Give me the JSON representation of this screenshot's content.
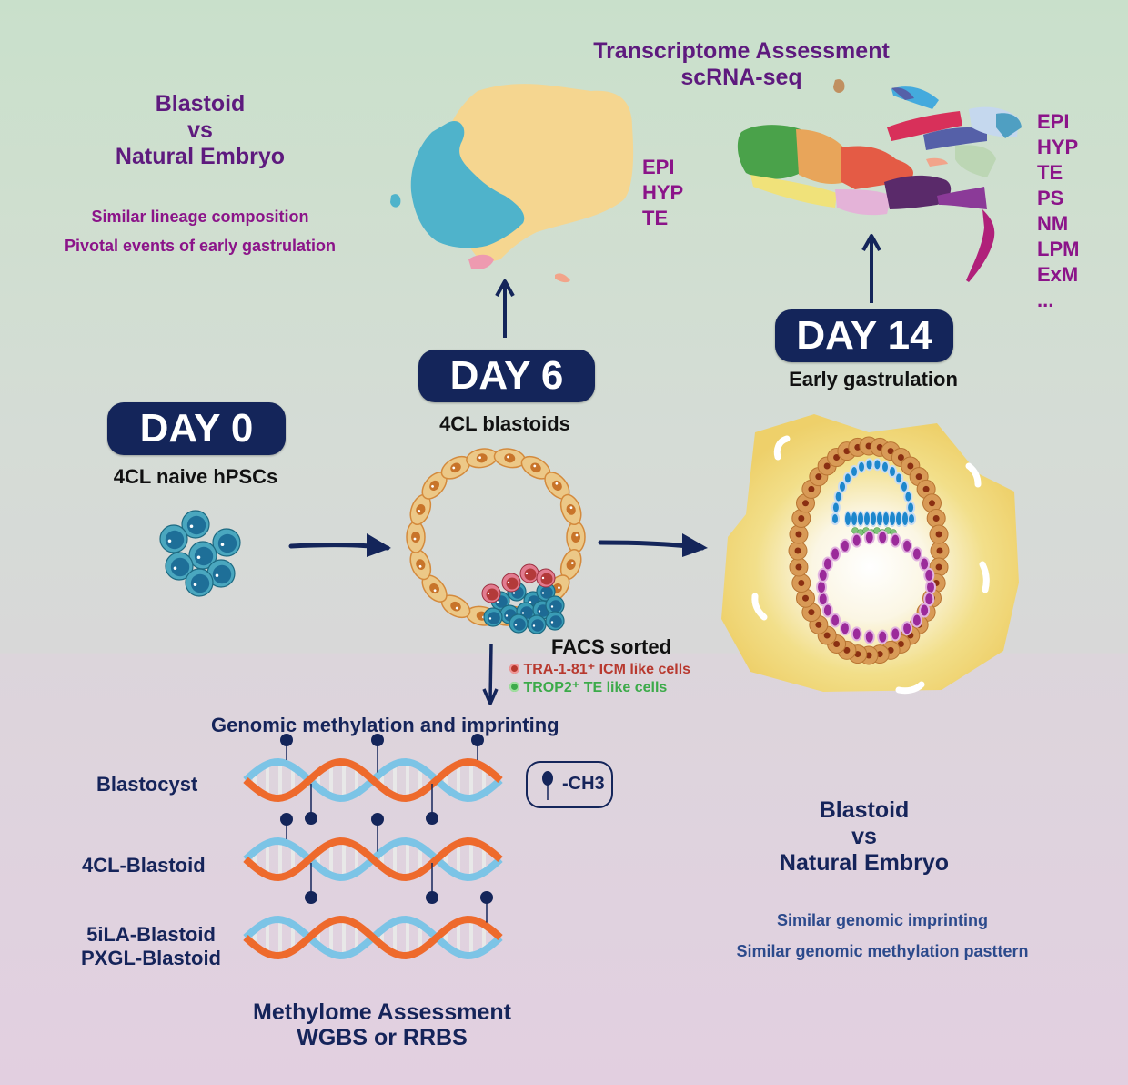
{
  "top_left": {
    "title_lines": [
      "Blastoid",
      "vs",
      "Natural Embryo"
    ],
    "points": [
      "Similar lineage composition",
      "Pivotal events of early gastrulation"
    ]
  },
  "transcriptome": {
    "title": "Transcriptome Assessment",
    "subtitle": "scRNA-seq",
    "day6_umap_labels": [
      "EPI",
      "HYP",
      "TE"
    ],
    "day14_umap_labels": [
      "EPI",
      "HYP",
      "TE",
      "PS",
      "NM",
      "LPM",
      "ExM",
      "..."
    ],
    "day6_cluster_colors": {
      "TE": "#f5d690",
      "EPI": "#4fb3cb",
      "HYP": "#ee9ab0"
    },
    "day14_cluster_colors": [
      "#4aa24a",
      "#e8a55a",
      "#e45b45",
      "#f0e27a",
      "#e4b3d8",
      "#5a2a6a",
      "#8b3a98",
      "#b0207a",
      "#d8305a",
      "#5560a8",
      "#44aadd",
      "#c5d8ee",
      "#bcd6b4",
      "#c09060",
      "#f2a48a"
    ]
  },
  "stages": {
    "day0": {
      "badge": "DAY 0",
      "caption": "4CL naive hPSCs"
    },
    "day6": {
      "badge": "DAY 6",
      "caption": "4CL blastoids"
    },
    "day14": {
      "badge": "DAY 14",
      "caption": "Early gastrulation"
    }
  },
  "facs": {
    "title": "FACS sorted",
    "items": [
      {
        "label": "TRA-1-81⁺ ICM like cells",
        "color": "#c0392b"
      },
      {
        "label": "TROP2⁺ TE like cells",
        "color": "#3caa4a"
      }
    ]
  },
  "methylation": {
    "title": "Genomic methylation and imprinting",
    "legend_label": "-CH3",
    "rows": [
      {
        "label": "Blastocyst",
        "marks": "high"
      },
      {
        "label": "4CL-Blastoid",
        "marks": "high"
      },
      {
        "label": "5iLA-Blastoid\nPXGL-Blastoid",
        "label_lines": [
          "5iLA-Blastoid",
          "PXGL-Blastoid"
        ],
        "marks": "low"
      }
    ],
    "footer_lines": [
      "Methylome Assessment",
      "WGBS or RRBS"
    ]
  },
  "bottom_right": {
    "title_lines": [
      "Blastoid",
      "vs",
      "Natural Embryo"
    ],
    "points": [
      "Similar genomic imprinting",
      "Similar genomic methylation pasttern"
    ]
  },
  "colors": {
    "navy": "#14255a",
    "purple": "#5e1a7e",
    "magenta": "#8b1489",
    "dna_orange": "#ee6a2c",
    "dna_blue": "#7cc4e6",
    "naive_cell": "#3b9bb3",
    "trophectoderm": "#ecc887",
    "icm_red": "#b33a3a"
  }
}
